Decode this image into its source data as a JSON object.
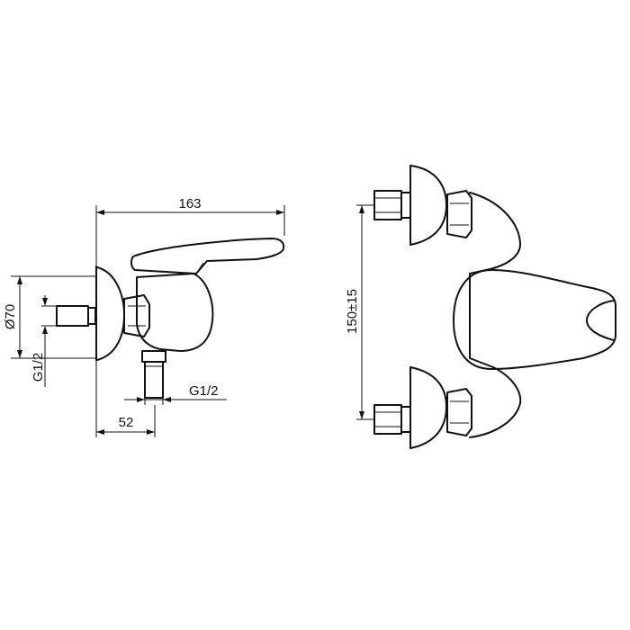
{
  "side_view": {
    "dim_length": "163",
    "dim_diameter": "Ø70",
    "dim_inlet_thread": "G1/2",
    "dim_outlet_thread": "G1/2",
    "dim_offset": "52"
  },
  "front_view": {
    "dim_centers": "150±15"
  }
}
